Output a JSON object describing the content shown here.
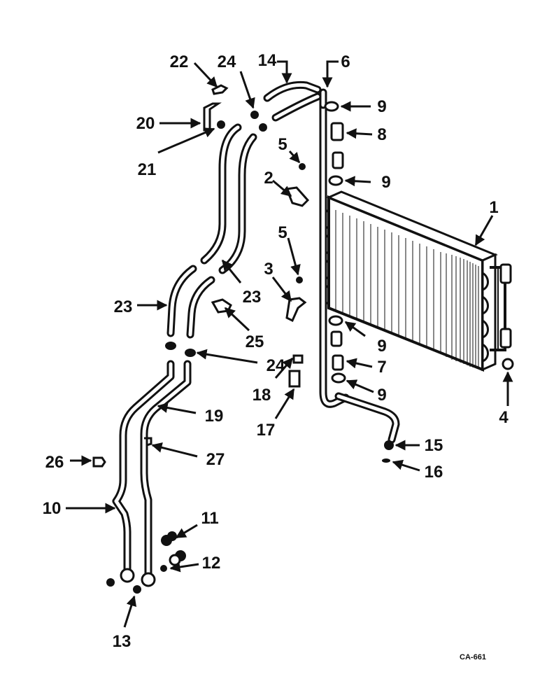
{
  "diagram": {
    "callouts": {
      "c1": "1",
      "c2": "2",
      "c3": "3",
      "c4": "4",
      "c5a": "5",
      "c5b": "5",
      "c6": "6",
      "c7": "7",
      "c8": "8",
      "c9a": "9",
      "c9b": "9",
      "c9c": "9",
      "c9d": "9",
      "c10": "10",
      "c11": "11",
      "c12": "12",
      "c13": "13",
      "c14": "14",
      "c15": "15",
      "c16": "16",
      "c17": "17",
      "c18": "18",
      "c19": "19",
      "c20": "20",
      "c21": "21",
      "c22": "22",
      "c23a": "23",
      "c23b": "23",
      "c24a": "24",
      "c24b": "24",
      "c25": "25",
      "c26": "26",
      "c27": "27"
    },
    "reference_code": "CA-661"
  }
}
